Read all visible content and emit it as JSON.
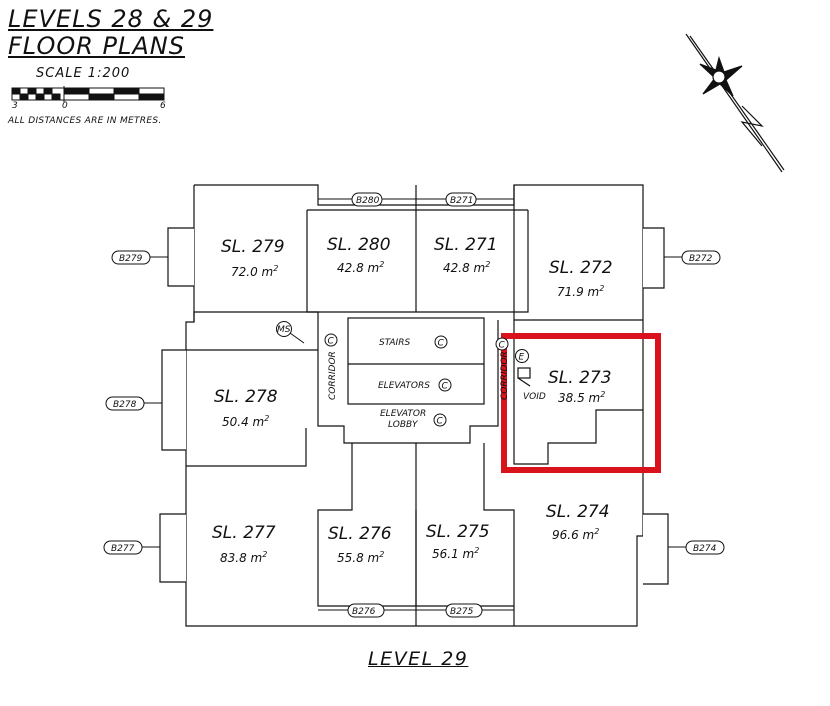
{
  "title": {
    "line1": "LEVELS 28 & 29",
    "line2": "FLOOR PLANS"
  },
  "scale": {
    "label": "SCALE 1:200",
    "left": "3",
    "mid": "0",
    "right": "6"
  },
  "note": "ALL DISTANCES ARE IN METRES.",
  "level_label": "LEVEL 29",
  "lots": {
    "l279": {
      "name": "SL. 279",
      "area": "72.0 m",
      "sup": "2"
    },
    "l280": {
      "name": "SL. 280",
      "area": "42.8 m",
      "sup": "2"
    },
    "l271": {
      "name": "SL. 271",
      "area": "42.8 m",
      "sup": "2"
    },
    "l272": {
      "name": "SL. 272",
      "area": "71.9 m",
      "sup": "2"
    },
    "l278": {
      "name": "SL. 278",
      "area": "50.4 m",
      "sup": "2"
    },
    "l273": {
      "name": "SL. 273",
      "area": "38.5 m",
      "sup": "2"
    },
    "l277": {
      "name": "SL. 277",
      "area": "83.8 m",
      "sup": "2"
    },
    "l276": {
      "name": "SL. 276",
      "area": "55.8 m",
      "sup": "2"
    },
    "l275": {
      "name": "SL. 275",
      "area": "56.1 m",
      "sup": "2"
    },
    "l274": {
      "name": "SL. 274",
      "area": "96.6 m",
      "sup": "2"
    }
  },
  "balconies": {
    "b280": "B280",
    "b271": "B271",
    "b279": "B279",
    "b272": "B272",
    "b278": "B278",
    "b277": "B277",
    "b274": "B274",
    "b276": "B276",
    "b275": "B275"
  },
  "common": {
    "stairs": "STAIRS",
    "elevators": "ELEVATORS",
    "lobby1": "ELEVATOR",
    "lobby2": "LOBBY",
    "corridor": "CORRIDOR",
    "c": "C",
    "e": "E",
    "ms": "MS",
    "void": "VOID"
  },
  "highlight_color": "#d9121b"
}
